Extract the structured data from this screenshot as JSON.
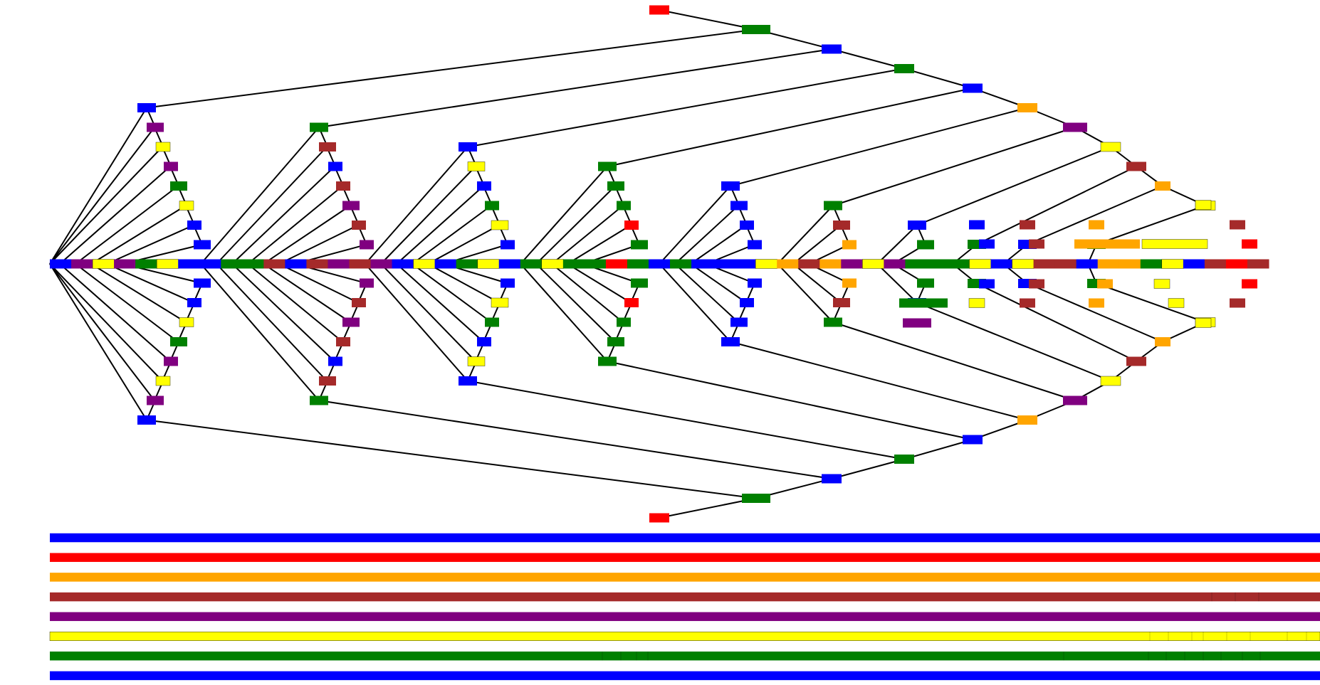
{
  "colors": {
    "blue": "#0000ff",
    "red": "#ff0000",
    "orange": "#ffa500",
    "brown": "#a52a2a",
    "purple": "#800080",
    "yellow": "#ffff00",
    "green": "#008000"
  },
  "diagram": {
    "kind": "merge-sort-style diamond tree with colored bars",
    "outer_chain_colors": [
      "red",
      "green",
      "blue",
      "green",
      "blue",
      "orange",
      "purple",
      "yellow",
      "brown",
      "orange",
      "yellow"
    ],
    "middle_row_colors": [
      "blue",
      "purple",
      "yellow",
      "purple",
      "green",
      "yellow",
      "blue",
      "blue",
      "green",
      "green",
      "brown",
      "blue",
      "brown",
      "purple",
      "brown",
      "purple",
      "blue",
      "yellow",
      "blue",
      "green",
      "yellow",
      "blue",
      "green",
      "yellow",
      "green",
      "green",
      "red",
      "green",
      "blue",
      "green",
      "blue",
      "blue",
      "blue",
      "yellow",
      "orange",
      "brown",
      "orange",
      "purple",
      "yellow",
      "purple",
      "green",
      "green",
      "green",
      "yellow",
      "blue",
      "yellow",
      "brown",
      "brown",
      "blue",
      "orange",
      "orange",
      "green",
      "yellow",
      "blue",
      "brown",
      "red",
      "brown"
    ],
    "bottom_bar_colors": [
      "blue",
      "red",
      "orange",
      "brown",
      "purple",
      "yellow",
      "green",
      "blue"
    ]
  }
}
